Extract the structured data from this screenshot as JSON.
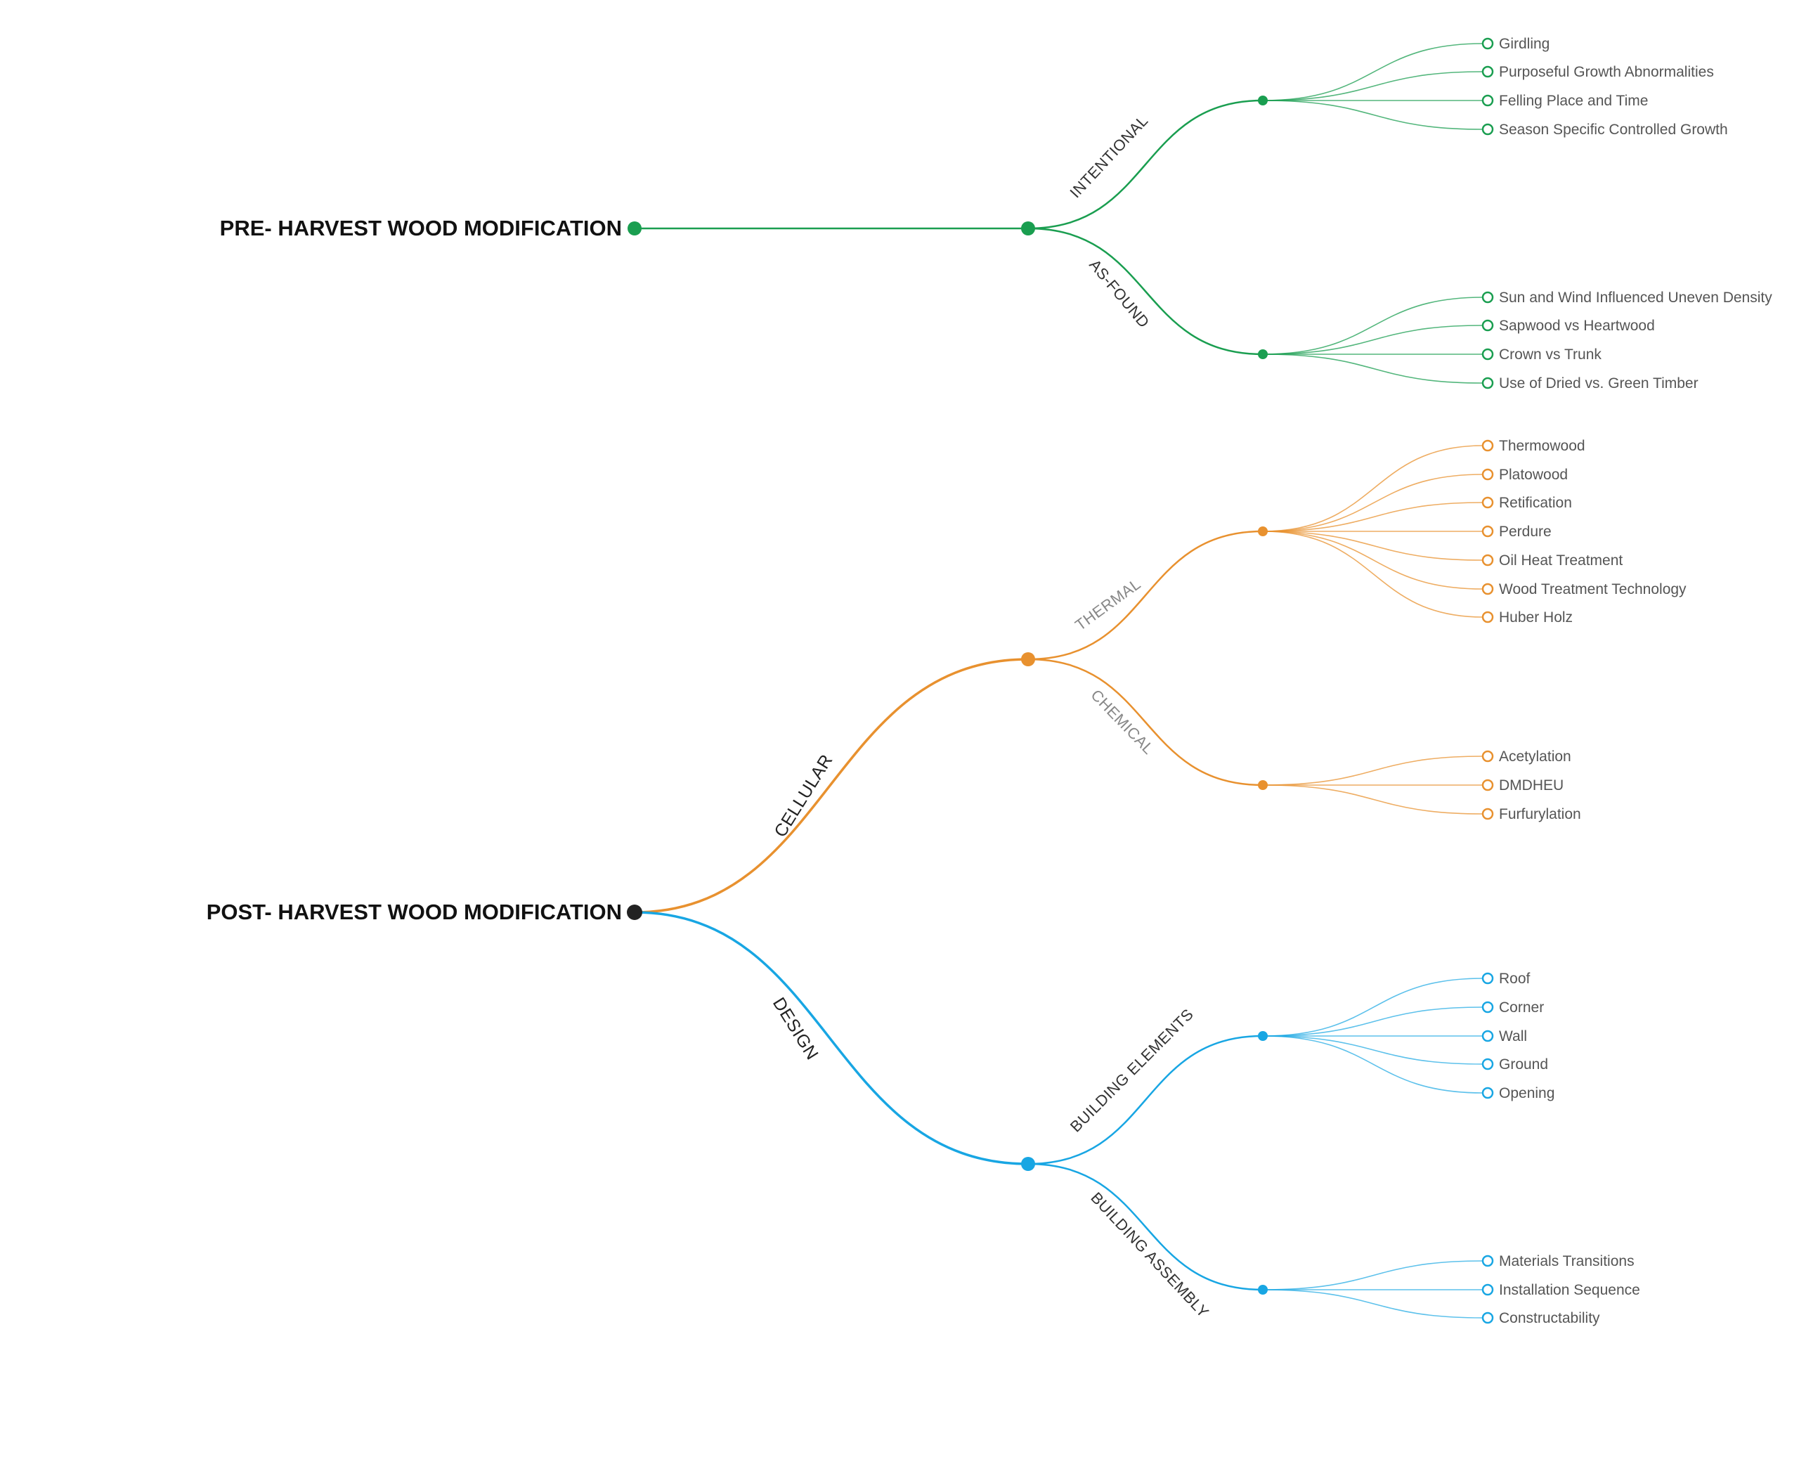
{
  "colors": {
    "green": "#1a9e50",
    "orange": "#e8912f",
    "blue": "#18a6e3",
    "dark": "#222222"
  },
  "tree": {
    "pre_harvest": {
      "label": "PRE- HARVEST WOOD MODIFICATION",
      "color": "green",
      "branches": [
        {
          "label": "INTENTIONAL",
          "leaves": [
            "Girdling",
            "Purposeful Growth Abnormalities",
            "Felling Place and Time",
            "Season Specific Controlled Growth"
          ]
        },
        {
          "label": "AS-FOUND",
          "leaves": [
            "Sun and Wind Influenced Uneven Density",
            "Sapwood vs Heartwood",
            "Crown vs Trunk",
            "Use of Dried vs. Green Timber"
          ]
        }
      ]
    },
    "post_harvest": {
      "label": "POST- HARVEST WOOD MODIFICATION",
      "color": "dark",
      "groups": [
        {
          "label": "CELLULAR",
          "color": "orange",
          "branches": [
            {
              "label": "THERMAL",
              "leaves": [
                "Thermowood",
                "Platowood",
                "Retification",
                "Perdure",
                "Oil Heat Treatment",
                "Wood Treatment Technology",
                "Huber Holz"
              ]
            },
            {
              "label": "CHEMICAL",
              "leaves": [
                "Acetylation",
                "DMDHEU",
                "Furfurylation"
              ]
            }
          ]
        },
        {
          "label": "DESIGN",
          "color": "blue",
          "branches": [
            {
              "label": "BUILDING ELEMENTS",
              "leaves": [
                "Roof",
                "Corner",
                "Wall",
                "Ground",
                "Opening"
              ]
            },
            {
              "label": "BUILDING ASSEMBLY",
              "leaves": [
                "Materials Transitions",
                "Installation Sequence",
                "Constructability"
              ]
            }
          ]
        }
      ]
    }
  }
}
